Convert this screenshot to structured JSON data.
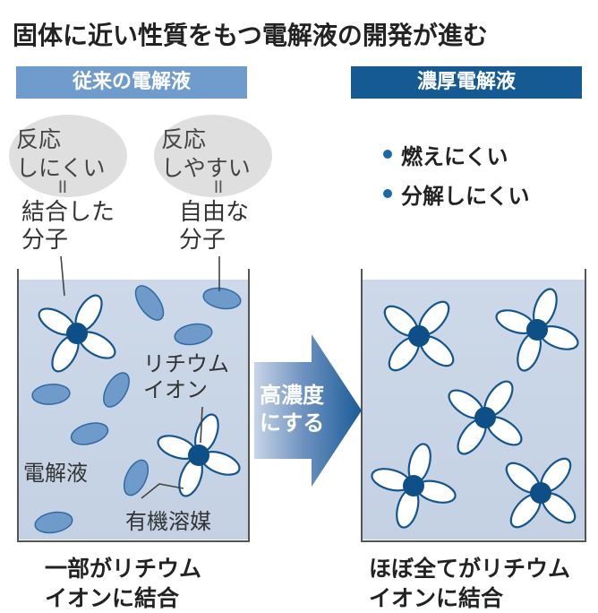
{
  "title": "固体に近い性質をもつ電解液の開発が進む",
  "left_panel": {
    "header": "従来の電解液",
    "bubble_left": {
      "line1": "反応",
      "line2": "しにくい"
    },
    "bubble_right": {
      "line1": "反応",
      "line2": "しやすい"
    },
    "equals": "॥",
    "bound_label": {
      "line1": "結合した",
      "line2": "分子"
    },
    "free_label": {
      "line1": "自由な",
      "line2": "分子"
    },
    "lithium_label": {
      "line1": "リチウム",
      "line2": "イオン"
    },
    "electrolyte_label": "電解液",
    "solvent_label": "有機溶媒",
    "caption": {
      "line1": "一部がリチウム",
      "line2": "イオンに結合"
    }
  },
  "arrow": {
    "line1": "高濃度",
    "line2": "にする"
  },
  "right_panel": {
    "header": "濃厚電解液",
    "bullets": [
      "燃えにくい",
      "分解しにくい"
    ],
    "caption": {
      "line1": "ほぼ全てがリチウム",
      "line2": "イオンに結合"
    }
  },
  "colors": {
    "dark_blue": "#155a93",
    "light_blue": "#6f9ccd",
    "liquid": "#c9d6e6",
    "molecule_fill": "#6f9bcb",
    "ion": "#0d4f86"
  }
}
